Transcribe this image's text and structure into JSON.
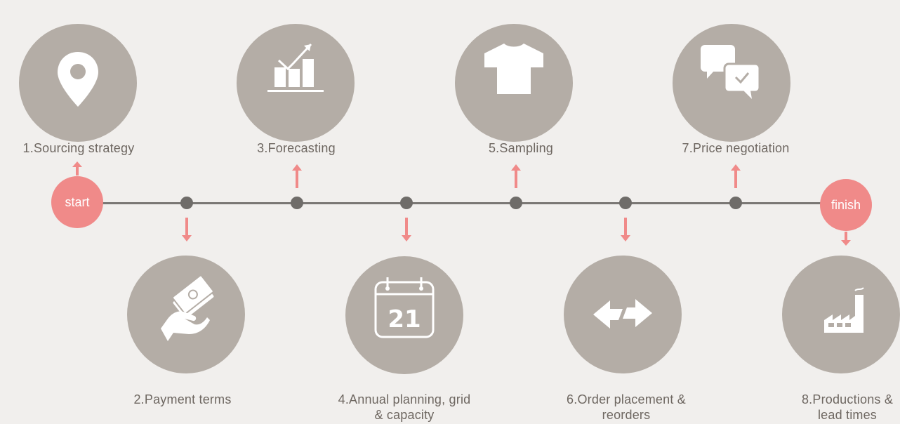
{
  "steps": [
    {
      "label": "1.Sourcing strategy",
      "icon": "location-pin-icon"
    },
    {
      "label": "2.Payment terms",
      "icon": "hand-money-icon"
    },
    {
      "label": "3.Forecasting",
      "icon": "bar-chart-trend-icon"
    },
    {
      "label": "4.Annual planning, grid & capacity",
      "icon": "calendar-icon",
      "calendar_day": "21"
    },
    {
      "label": "5.Sampling",
      "icon": "tshirt-icon"
    },
    {
      "label": "6.Order placement & reorders",
      "icon": "exchange-arrows-icon"
    },
    {
      "label": "7.Price negotiation",
      "icon": "chat-bubbles-check-icon"
    },
    {
      "label": "8.Productions & lead times",
      "icon": "factory-icon"
    }
  ],
  "markers": {
    "start": "start",
    "finish": "finish"
  },
  "colors": {
    "background": "#f1efed",
    "circle": "#b4ada6",
    "accent": "#f08a89",
    "line": "#7a7774",
    "text": "#6e6761"
  }
}
